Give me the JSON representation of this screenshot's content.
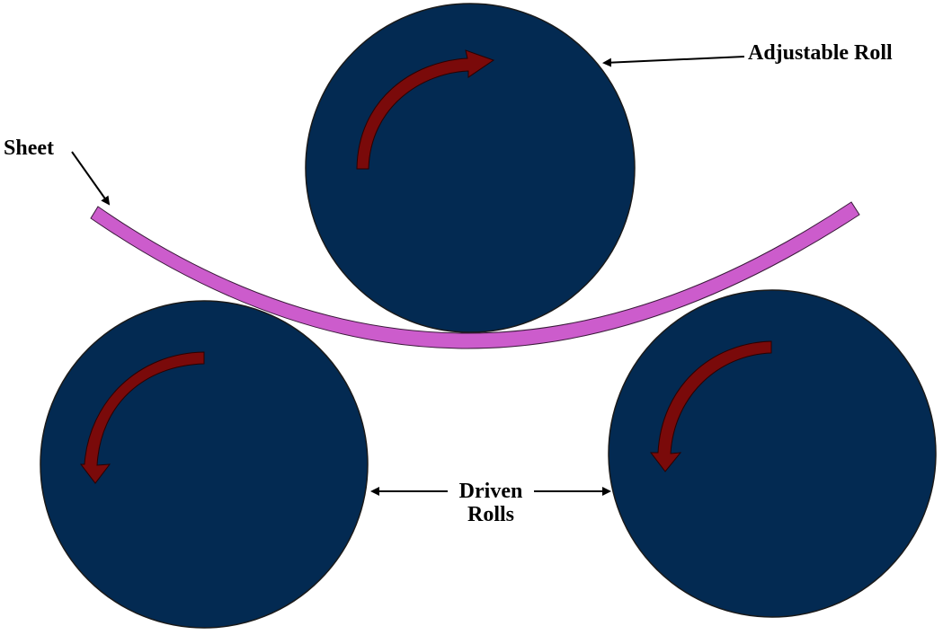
{
  "labels": {
    "adjustable_roll": "Adjustable Roll",
    "sheet": "Sheet",
    "driven_line1": "Driven",
    "driven_line2": "Rolls"
  },
  "colors": {
    "roll_fill": "#032a52",
    "roll_stroke": "#1a1a1a",
    "sheet_fill": "#cc5ccc",
    "sheet_stroke": "#3a1a3a",
    "arrow_fill": "#7a0a0a",
    "arrow_stroke": "#2a0000",
    "pointer": "#000000"
  },
  "components": [
    {
      "id": "adjustable-roll",
      "rotation": "clockwise"
    },
    {
      "id": "driven-roll-left",
      "rotation": "counterclockwise"
    },
    {
      "id": "driven-roll-right",
      "rotation": "counterclockwise"
    }
  ]
}
